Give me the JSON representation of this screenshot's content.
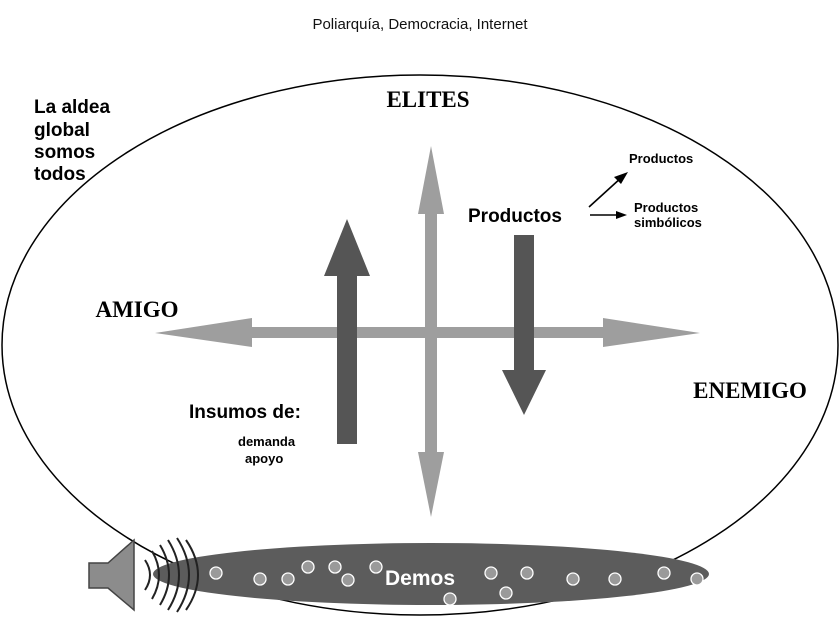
{
  "header": {
    "title": "Poliarquía, Democracia, Internet"
  },
  "world": {
    "label_lines": [
      "La aldea",
      "global",
      "somos",
      "todos"
    ]
  },
  "axes": {
    "top": "ELITES",
    "left": "AMIGO",
    "right": "ENEMIGO"
  },
  "outputs": {
    "label": "Productos",
    "branch_upper": "Productos",
    "branch_lower_lines": [
      "Productos",
      "simbólicos"
    ]
  },
  "inputs": {
    "label": "Insumos de:",
    "items": [
      "demanda",
      "apoyo"
    ]
  },
  "base": {
    "label": "Demos"
  },
  "colors": {
    "axis_arrow": "#9e9e9e",
    "flow_arrow": "#555555",
    "demos_fill": "#5c5c5c",
    "dot_fill": "#9a9a9a",
    "speaker_fill": "#8c8c8c",
    "outline": "#000000"
  }
}
